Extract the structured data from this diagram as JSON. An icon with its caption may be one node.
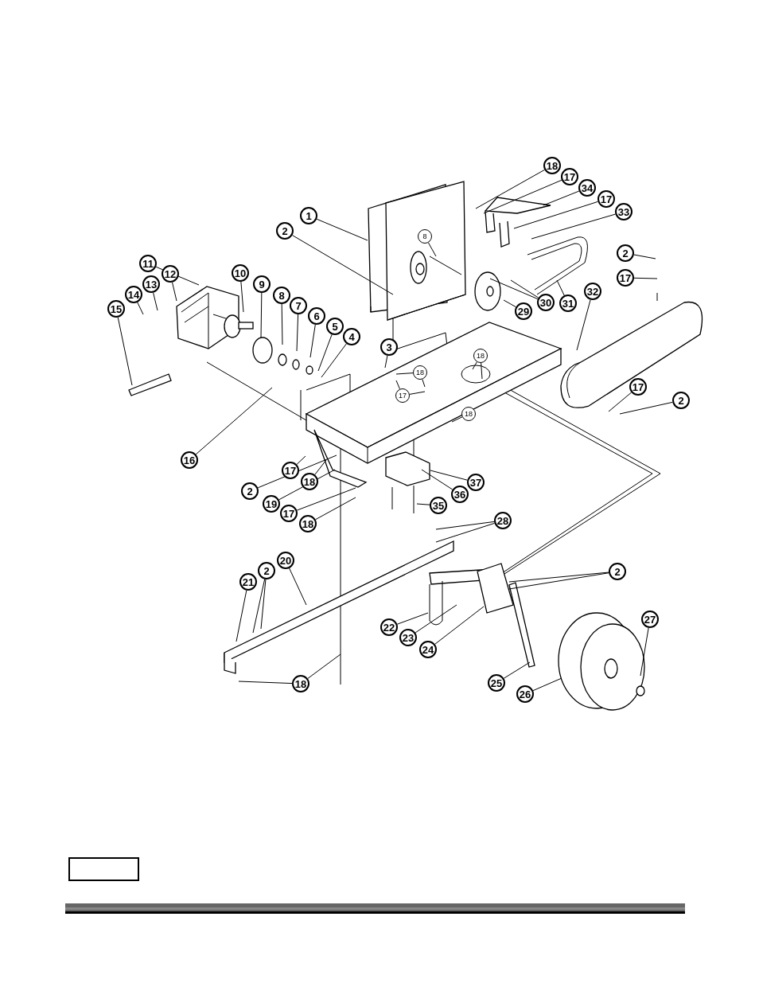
{
  "diagram": {
    "nodes": [
      {
        "text": [
          "1"
        ]
      },
      {
        "text": [
          "18"
        ]
      },
      {
        "text": [
          "17"
        ]
      },
      {
        "text": [
          "34"
        ]
      },
      {
        "text": [
          "17"
        ]
      },
      {
        "text": [
          "33"
        ]
      },
      {
        "text": [
          "2"
        ]
      },
      {
        "text": [
          "8"
        ]
      },
      {
        "text": [
          "2"
        ]
      },
      {
        "text": [
          "11"
        ]
      },
      {
        "text": [
          "10"
        ]
      },
      {
        "text": [
          "12"
        ]
      },
      {
        "text": [
          "17"
        ]
      },
      {
        "text": [
          "9"
        ]
      },
      {
        "text": [
          "13"
        ]
      },
      {
        "text": [
          "32"
        ]
      },
      {
        "text": [
          "14"
        ]
      },
      {
        "text": [
          "8"
        ]
      },
      {
        "text": [
          "30"
        ]
      },
      {
        "text": [
          "31"
        ]
      },
      {
        "text": [
          "15"
        ]
      },
      {
        "text": [
          "29"
        ]
      },
      {
        "text": [
          "7"
        ]
      },
      {
        "text": [
          "6"
        ]
      },
      {
        "text": [
          "5"
        ]
      },
      {
        "text": [
          "4"
        ]
      },
      {
        "text": [
          "3"
        ]
      },
      {
        "text": [
          "18"
        ]
      },
      {
        "text": [
          "18"
        ]
      },
      {
        "text": [
          "17"
        ]
      },
      {
        "text": [
          "17"
        ]
      },
      {
        "text": [
          "2"
        ]
      },
      {
        "text": [
          "18"
        ]
      },
      {
        "text": [
          "16"
        ]
      },
      {
        "text": [
          "17"
        ]
      },
      {
        "text": [
          "18"
        ]
      },
      {
        "text": [
          "37"
        ]
      },
      {
        "text": [
          "2"
        ]
      },
      {
        "text": [
          "36"
        ]
      },
      {
        "text": [
          "19"
        ]
      },
      {
        "text": [
          "35"
        ]
      },
      {
        "text": [
          "17"
        ]
      },
      {
        "text": [
          "28"
        ]
      },
      {
        "text": [
          "18"
        ]
      },
      {
        "text": [
          "20"
        ]
      },
      {
        "text": [
          "2"
        ]
      },
      {
        "text": [
          "2"
        ]
      },
      {
        "text": [
          "21"
        ]
      },
      {
        "text": [
          "27"
        ]
      },
      {
        "text": [
          "22"
        ]
      },
      {
        "text": [
          "23"
        ]
      },
      {
        "text": [
          "24"
        ]
      },
      {
        "text": [
          "25"
        ]
      },
      {
        "text": [
          "18"
        ]
      },
      {
        "text": [
          "26"
        ]
      }
    ],
    "edges": [
      {
        "from": 0,
        "to": null,
        "arrow": "none"
      },
      {
        "from": 1,
        "to": null,
        "arrow": "none"
      },
      {
        "from": 2,
        "to": null,
        "arrow": "none"
      },
      {
        "from": 3,
        "to": null,
        "arrow": "none"
      },
      {
        "from": 4,
        "to": null,
        "arrow": "none"
      },
      {
        "from": 5,
        "to": null,
        "arrow": "none"
      },
      {
        "from": 6,
        "to": null,
        "arrow": "none"
      },
      {
        "from": 7,
        "to": null,
        "arrow": "none"
      },
      {
        "from": 8,
        "to": null,
        "arrow": "none"
      },
      {
        "from": 9,
        "to": null,
        "arrow": "none"
      },
      {
        "from": 10,
        "to": null,
        "arrow": "none"
      },
      {
        "from": 11,
        "to": null,
        "arrow": "none"
      },
      {
        "from": 12,
        "to": null,
        "arrow": "none"
      },
      {
        "from": 13,
        "to": null,
        "arrow": "none"
      },
      {
        "from": 14,
        "to": null,
        "arrow": "none"
      },
      {
        "from": 15,
        "to": null,
        "arrow": "none"
      },
      {
        "from": 16,
        "to": null,
        "arrow": "none"
      },
      {
        "from": 17,
        "to": null,
        "arrow": "none"
      },
      {
        "from": 18,
        "to": null,
        "arrow": "none"
      },
      {
        "from": 18,
        "to": null,
        "arrow": "none"
      },
      {
        "from": 19,
        "to": null,
        "arrow": "none"
      },
      {
        "from": 20,
        "to": null,
        "arrow": "none"
      },
      {
        "from": 21,
        "to": null,
        "arrow": "none"
      },
      {
        "from": 22,
        "to": null,
        "arrow": "none"
      },
      {
        "from": 23,
        "to": null,
        "arrow": "none"
      },
      {
        "from": 24,
        "to": null,
        "arrow": "none"
      },
      {
        "from": 25,
        "to": null,
        "arrow": "none"
      },
      {
        "from": 26,
        "to": null,
        "arrow": "none"
      },
      {
        "from": 27,
        "to": null,
        "arrow": "none"
      },
      {
        "from": 27,
        "to": null,
        "arrow": "none"
      },
      {
        "from": 28,
        "to": null,
        "arrow": "none"
      },
      {
        "from": 28,
        "to": null,
        "arrow": "none"
      },
      {
        "from": 29,
        "to": null,
        "arrow": "none"
      },
      {
        "from": 29,
        "to": null,
        "arrow": "none"
      },
      {
        "from": 30,
        "to": null,
        "arrow": "none"
      },
      {
        "from": 31,
        "to": null,
        "arrow": "none"
      },
      {
        "from": 32,
        "to": null,
        "arrow": "none"
      },
      {
        "from": 33,
        "to": null,
        "arrow": "none"
      },
      {
        "from": 34,
        "to": null,
        "arrow": "none"
      },
      {
        "from": 35,
        "to": null,
        "arrow": "none"
      },
      {
        "from": 36,
        "to": null,
        "arrow": "none"
      },
      {
        "from": 37,
        "to": null,
        "arrow": "none"
      },
      {
        "from": 38,
        "to": null,
        "arrow": "none"
      },
      {
        "from": 39,
        "to": null,
        "arrow": "none"
      },
      {
        "from": 40,
        "to": null,
        "arrow": "none"
      },
      {
        "from": 41,
        "to": null,
        "arrow": "none"
      },
      {
        "from": 42,
        "to": null,
        "arrow": "none"
      },
      {
        "from": 42,
        "to": null,
        "arrow": "none"
      },
      {
        "from": 43,
        "to": null,
        "arrow": "none"
      },
      {
        "from": 44,
        "to": null,
        "arrow": "none"
      },
      {
        "from": 45,
        "to": null,
        "arrow": "none"
      },
      {
        "from": 45,
        "to": null,
        "arrow": "none"
      },
      {
        "from": 46,
        "to": null,
        "arrow": "none"
      },
      {
        "from": 46,
        "to": null,
        "arrow": "none"
      },
      {
        "from": 47,
        "to": null,
        "arrow": "none"
      },
      {
        "from": 48,
        "to": null,
        "arrow": "none"
      },
      {
        "from": 49,
        "to": null,
        "arrow": "none"
      },
      {
        "from": 50,
        "to": null,
        "arrow": "none"
      },
      {
        "from": 51,
        "to": null,
        "arrow": "none"
      },
      {
        "from": 52,
        "to": null,
        "arrow": "none"
      },
      {
        "from": 53,
        "to": null,
        "arrow": "none"
      },
      {
        "from": 53,
        "to": null,
        "arrow": "none"
      },
      {
        "from": 54,
        "to": null,
        "arrow": "none"
      }
    ]
  }
}
